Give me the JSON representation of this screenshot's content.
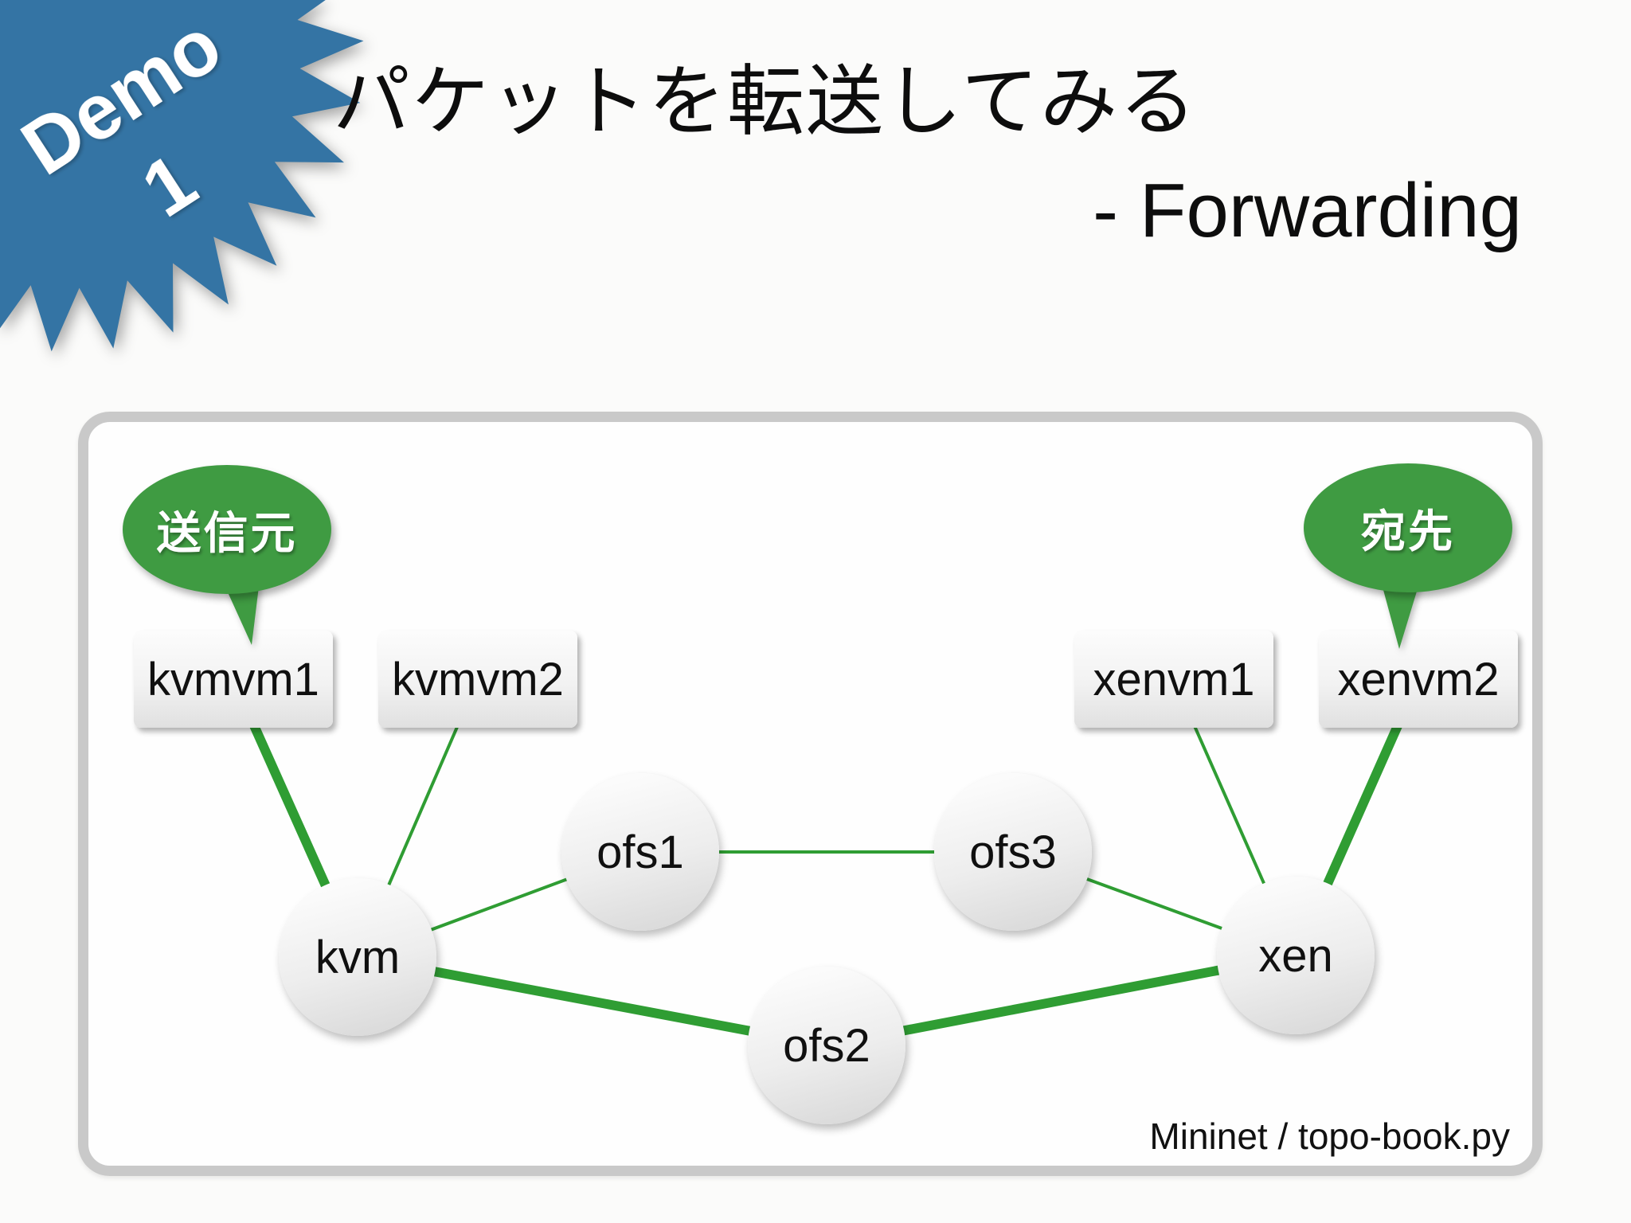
{
  "badge": {
    "label_line1": "Demo",
    "label_line2": "1"
  },
  "header": {
    "title": "パケットを転送してみる",
    "subtitle": "- Forwarding"
  },
  "diagram": {
    "caption": "Mininet / topo-book.py",
    "bubbles": {
      "source": {
        "label": "送信元"
      },
      "destination": {
        "label": "宛先"
      }
    },
    "nodes": {
      "kvmvm1": {
        "label": "kvmvm1",
        "type": "host"
      },
      "kvmvm2": {
        "label": "kvmvm2",
        "type": "host"
      },
      "xenvm1": {
        "label": "xenvm1",
        "type": "host"
      },
      "xenvm2": {
        "label": "xenvm2",
        "type": "host"
      },
      "kvm": {
        "label": "kvm",
        "type": "switch"
      },
      "ofs1": {
        "label": "ofs1",
        "type": "switch"
      },
      "ofs2": {
        "label": "ofs2",
        "type": "switch"
      },
      "ofs3": {
        "label": "ofs3",
        "type": "switch"
      },
      "xen": {
        "label": "xen",
        "type": "switch"
      }
    },
    "links": [
      {
        "from": "kvmvm1",
        "to": "kvm",
        "highlighted": true
      },
      {
        "from": "kvmvm2",
        "to": "kvm",
        "highlighted": false
      },
      {
        "from": "kvm",
        "to": "ofs1",
        "highlighted": false
      },
      {
        "from": "kvm",
        "to": "ofs2",
        "highlighted": true
      },
      {
        "from": "ofs1",
        "to": "ofs3",
        "highlighted": false
      },
      {
        "from": "ofs2",
        "to": "xen",
        "highlighted": true
      },
      {
        "from": "ofs3",
        "to": "xen",
        "highlighted": false
      },
      {
        "from": "xenvm1",
        "to": "xen",
        "highlighted": false
      },
      {
        "from": "xenvm2",
        "to": "xen",
        "highlighted": true
      }
    ]
  },
  "colors": {
    "badge_blue": "#3474a4",
    "link_green": "#2f9d33",
    "bubble_green": "#3f9b42"
  }
}
